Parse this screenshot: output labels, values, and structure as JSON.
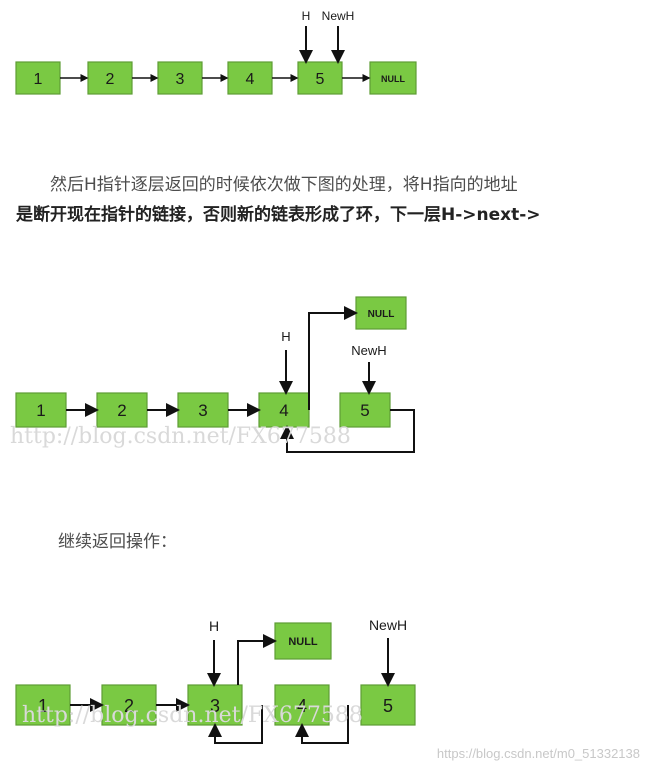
{
  "figure1": {
    "nodes": [
      "1",
      "2",
      "3",
      "4",
      "5"
    ],
    "null_label": "NULL",
    "pointer_h": "H",
    "pointer_newh": "NewH"
  },
  "paragraph1": {
    "line1": "然后H指针逐层返回的时候依次做下图的处理，将H指向的地址",
    "line2": "是断开现在指针的链接，否则新的链表形成了环，下一层H->next->"
  },
  "figure2": {
    "nodes": [
      "1",
      "2",
      "3",
      "4",
      "5"
    ],
    "null_label": "NULL",
    "pointer_h": "H",
    "pointer_newh": "NewH",
    "watermark": "http://blog.csdn.net/FX677588"
  },
  "paragraph2": {
    "text": "继续返回操作："
  },
  "figure3": {
    "nodes": [
      "1",
      "2",
      "3",
      "4",
      "5"
    ],
    "null_label": "NULL",
    "pointer_h": "H",
    "pointer_newh": "NewH",
    "watermark": "http://blog.csdn.net/FX677588"
  },
  "footer_watermark": "https://blog.csdn.net/m0_51332138"
}
